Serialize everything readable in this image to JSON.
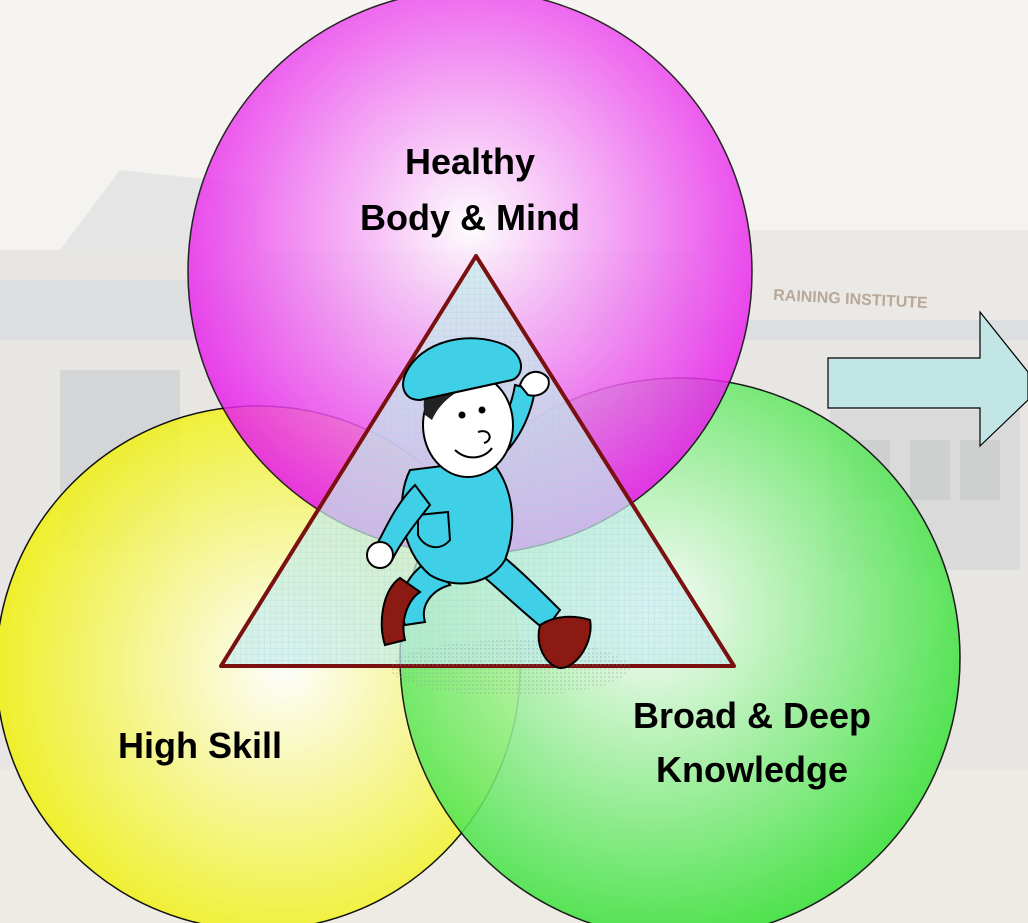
{
  "diagram": {
    "circles": [
      {
        "name": "health",
        "lines": [
          "Healthy",
          "Body & Mind"
        ],
        "color": "#e400e8"
      },
      {
        "name": "skill",
        "lines": [
          "High Skill"
        ],
        "color": "#f0f000"
      },
      {
        "name": "knowledge",
        "lines": [
          "Broad & Deep",
          "Knowledge"
        ],
        "color": "#3ee83a"
      }
    ],
    "background_sign": "RAINING INSTITUTE",
    "colors": {
      "triangle_stroke": "#7a1010",
      "triangle_fill": "#c8ecec",
      "arrow_fill": "#c2e6e6",
      "worker_suit": "#3fd0e8",
      "worker_shoes": "#8a1a12"
    },
    "icons": [
      "worker-illustration-icon",
      "right-arrow-icon"
    ]
  }
}
